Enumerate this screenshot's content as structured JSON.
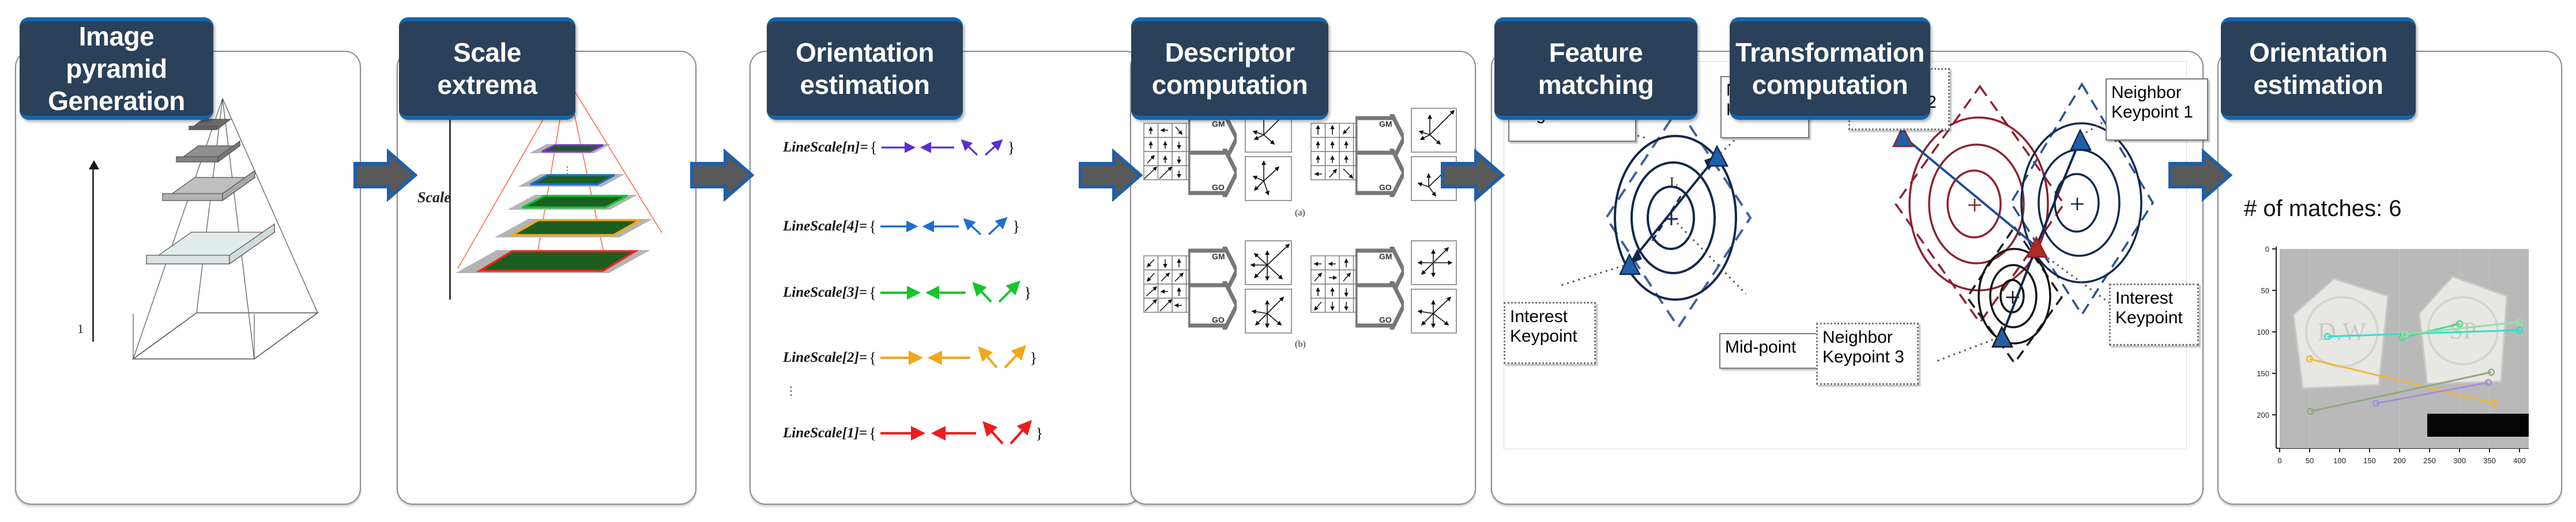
{
  "pipeline": {
    "stages": [
      {
        "id": "image-pyramid-generation",
        "title": "Image pyramid\nGeneration",
        "line1": "Image pyramid",
        "line2": "Generation"
      },
      {
        "id": "scale-extrema",
        "title": "Scale extrema",
        "line1": "Scale extrema",
        "line2": ""
      },
      {
        "id": "orientation-estimation-1",
        "title": "Orientation\nestimation",
        "line1": "Orientation",
        "line2": "estimation"
      },
      {
        "id": "descriptor-computation",
        "title": "Descriptor\ncomputation",
        "line1": "Descriptor",
        "line2": "computation"
      },
      {
        "id": "feature-matching",
        "title": "Feature matching",
        "line1": "Feature matching",
        "line2": ""
      },
      {
        "id": "transformation-computation",
        "title": "Transformation\ncomputation",
        "line1": "Transformation",
        "line2": "computation"
      },
      {
        "id": "orientation-estimation-2",
        "title": "Orientation\nestimation",
        "line1": "Orientation",
        "line2": "estimation"
      }
    ],
    "arrow_count": 6
  },
  "panel1": {
    "axis_label": "1",
    "pyramid_levels": 5
  },
  "panel2": {
    "axis_label": "Scale",
    "layer_colors": [
      "#7b2fd6",
      "#1f6fd0",
      "#12c62b",
      "#f2a81a",
      "#ff2020"
    ],
    "ellipsis": "⋮"
  },
  "panel3": {
    "rows": [
      {
        "label": "LineScale[n]=",
        "open": "{",
        "close": "}",
        "color": "#5b2fd0"
      },
      {
        "label": "LineScale[4]=",
        "open": "{",
        "close": "}",
        "color": "#1f6fd0"
      },
      {
        "label": "LineScale[3]=",
        "open": "{",
        "close": "}",
        "color": "#12c62b"
      },
      {
        "label": "LineScale[2]=",
        "open": "{",
        "close": "}",
        "color": "#f2a81a"
      },
      {
        "label": "LineScale[1]=",
        "open": "{",
        "close": "}",
        "color": "#ee1c1c"
      }
    ],
    "ellipsis": "⋮"
  },
  "panel4": {
    "gm_label": "GM",
    "go_label": "GO",
    "subfig_a": "(a)",
    "subfig_b": "(b)"
  },
  "panel5": {
    "callouts": [
      {
        "name": "neighborhood-region",
        "text": "Neighborhood\nRegion",
        "l1": "Neighborhood",
        "l2": "Region"
      },
      {
        "name": "neighbor-keypoint",
        "text": "Neighbor\nKeypoint",
        "l1": "Neighbor",
        "l2": "Keypoint"
      },
      {
        "name": "interest-keypoint",
        "text": "Interest\nKeypoint",
        "l1": "Interest",
        "l2": "Keypoint"
      },
      {
        "name": "mid-point",
        "text": "Mid-point",
        "l1": "Mid-point",
        "l2": ""
      }
    ]
  },
  "panel6": {
    "callouts": [
      {
        "name": "neighbor-keypoint-2",
        "l1": "Neighbor",
        "l2": "Keypoint 2"
      },
      {
        "name": "neighbor-keypoint-1",
        "l1": "Neighbor",
        "l2": "Keypoint 1"
      },
      {
        "name": "neighbor-keypoint-3",
        "l1": "Neighbor",
        "l2": "Keypoint 3"
      },
      {
        "name": "interest-keypoint",
        "l1": "Interest",
        "l2": "Keypoint"
      }
    ]
  },
  "panel7": {
    "match_text": "# of matches: 6",
    "match_count": 6,
    "chart_data": {
      "type": "scatter",
      "title": "# of matches: 6",
      "xlabel": "",
      "ylabel": "",
      "xlim": [
        0,
        420
      ],
      "ylim": [
        230,
        0
      ],
      "xticks": [
        0,
        50,
        100,
        150,
        200,
        250,
        300,
        350,
        400
      ],
      "yticks": [
        0,
        50,
        100,
        150,
        200
      ],
      "grid": false,
      "legend": "none",
      "series": [
        {
          "name": "match-1",
          "color": "#2fe0c8",
          "x": [
            80,
            400
          ],
          "y": [
            106,
            98
          ]
        },
        {
          "name": "match-2",
          "color": "#4fd98a",
          "x": [
            205,
            300
          ],
          "y": [
            107,
            90
          ]
        },
        {
          "name": "match-3",
          "color": "#8fe3a8",
          "x": [
            210,
            400
          ],
          "y": [
            103,
            88
          ]
        },
        {
          "name": "match-4",
          "color": "#f0b63c",
          "x": [
            50,
            358
          ],
          "y": [
            133,
            186
          ]
        },
        {
          "name": "match-5",
          "color": "#93a87c",
          "x": [
            52,
            353
          ],
          "y": [
            196,
            149
          ]
        },
        {
          "name": "match-6",
          "color": "#a58ed6",
          "x": [
            161,
            348
          ],
          "y": [
            186,
            161
          ]
        }
      ]
    }
  }
}
